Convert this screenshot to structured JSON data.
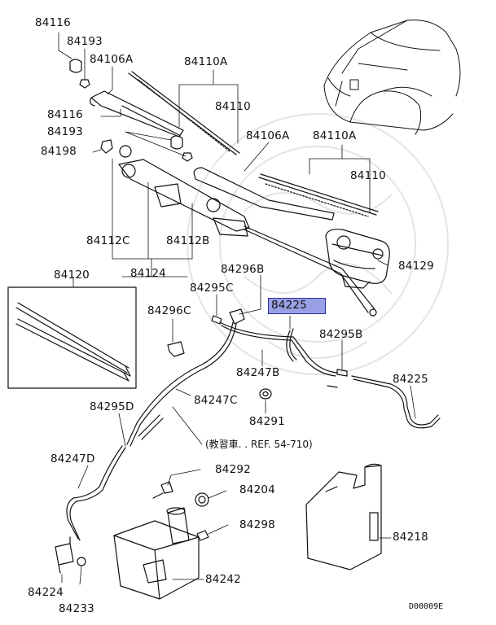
{
  "labels": {
    "p84116_top": "84116",
    "p84193_top": "84193",
    "p84106a_left": "84106A",
    "p84110a_left": "84110A",
    "p84116_mid": "84116",
    "p84110_left": "84110",
    "p84193_mid": "84193",
    "p84106a_mid": "84106A",
    "p84110a_right": "84110A",
    "p84198": "84198",
    "p84110_right": "84110",
    "p84112c": "84112C",
    "p84112b": "84112B",
    "p84124": "84124",
    "p84129": "84129",
    "p84120": "84120",
    "p84296b": "84296B",
    "p84295c": "84295C",
    "p84296c": "84296C",
    "p84225_hl": "84225",
    "p84295b": "84295B",
    "p84247b": "84247B",
    "p84225_right": "84225",
    "p84247c": "84247C",
    "p84295d": "84295D",
    "p84291": "84291",
    "p84247d": "84247D",
    "p84292": "84292",
    "p84204": "84204",
    "p84298": "84298",
    "p84218": "84218",
    "p84242": "84242",
    "p84224": "84224",
    "p84233": "84233"
  },
  "reference_note": "(教習車. . REF. 54-710)",
  "diagram_code": "D00009E",
  "highlight_color": "#9aa0e6"
}
